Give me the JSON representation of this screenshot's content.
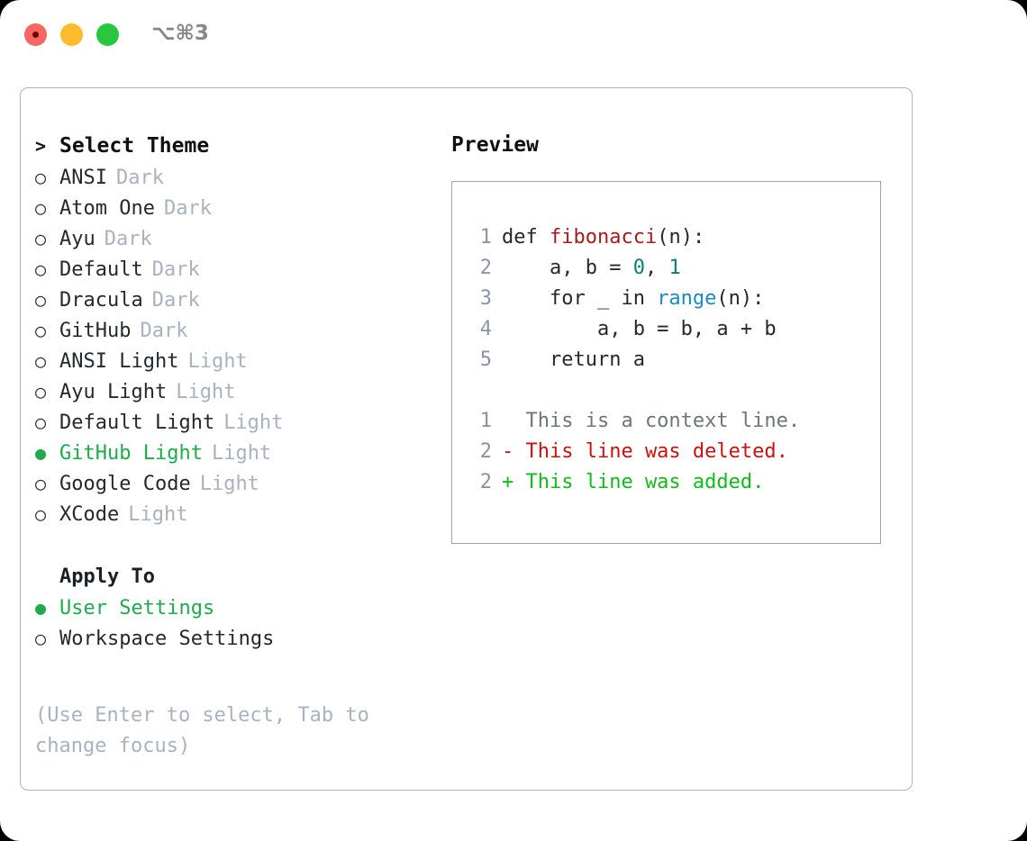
{
  "titlebar": {
    "shortcut": "⌥⌘3",
    "buttons": {
      "close": "close-button",
      "minimize": "minimize-button",
      "maximize": "maximize-button"
    }
  },
  "left_panel": {
    "header": {
      "marker": ">",
      "label": "Select Theme"
    },
    "marker_unselected": "○",
    "marker_selected": "●",
    "themes": [
      {
        "name": "ANSI",
        "kind": "Dark",
        "selected": false
      },
      {
        "name": "Atom One",
        "kind": "Dark",
        "selected": false
      },
      {
        "name": "Ayu",
        "kind": "Dark",
        "selected": false
      },
      {
        "name": "Default",
        "kind": "Dark",
        "selected": false
      },
      {
        "name": "Dracula",
        "kind": "Dark",
        "selected": false
      },
      {
        "name": "GitHub",
        "kind": "Dark",
        "selected": false
      },
      {
        "name": "ANSI Light",
        "kind": "Light",
        "selected": false
      },
      {
        "name": "Ayu Light",
        "kind": "Light",
        "selected": false
      },
      {
        "name": "Default Light",
        "kind": "Light",
        "selected": false
      },
      {
        "name": "GitHub Light",
        "kind": "Light",
        "selected": true
      },
      {
        "name": "Google Code",
        "kind": "Light",
        "selected": false
      },
      {
        "name": "XCode",
        "kind": "Light",
        "selected": false
      }
    ],
    "apply_to": {
      "title": "Apply To",
      "options": [
        {
          "label": "User Settings",
          "selected": true
        },
        {
          "label": "Workspace Settings",
          "selected": false
        }
      ]
    },
    "hint": "(Use Enter to select, Tab to change focus)"
  },
  "right_panel": {
    "title": "Preview",
    "code_lines": [
      {
        "num": "1",
        "tokens": [
          {
            "t": "def ",
            "c": "t-kw"
          },
          {
            "t": "fibonacci",
            "c": "t-fn"
          },
          {
            "t": "(n):",
            "c": "t-kw"
          }
        ]
      },
      {
        "num": "2",
        "tokens": [
          {
            "t": "    a, b = ",
            "c": "t-kw"
          },
          {
            "t": "0",
            "c": "t-num"
          },
          {
            "t": ", ",
            "c": "t-kw"
          },
          {
            "t": "1",
            "c": "t-num"
          }
        ]
      },
      {
        "num": "3",
        "tokens": [
          {
            "t": "    for _ in ",
            "c": "t-kw"
          },
          {
            "t": "range",
            "c": "t-bi"
          },
          {
            "t": "(n):",
            "c": "t-kw"
          }
        ]
      },
      {
        "num": "4",
        "tokens": [
          {
            "t": "        a, b = b, a + b",
            "c": "t-kw"
          }
        ]
      },
      {
        "num": "5",
        "tokens": [
          {
            "t": "    return a",
            "c": "t-kw"
          }
        ]
      }
    ],
    "diff_lines": [
      {
        "num": "1",
        "tokens": [
          {
            "t": "  This is a context line.",
            "c": "t-ctx"
          }
        ]
      },
      {
        "num": "2",
        "tokens": [
          {
            "t": "- This line was deleted.",
            "c": "t-del"
          }
        ]
      },
      {
        "num": "2",
        "tokens": [
          {
            "t": "+ This line was added.",
            "c": "t-add"
          }
        ]
      }
    ]
  },
  "colors": {
    "accent_green": "#1faa4b",
    "muted": "#a9b2c0",
    "border": "#aab4c4",
    "preview_border": "#9aa5b5",
    "diff_added": "#12bb1b",
    "diff_deleted": "#cc1111",
    "syntax_function": "#a61b1b",
    "syntax_number": "#0b7b7b",
    "syntax_builtin": "#1a8ac4",
    "line_number": "#8a94a6"
  }
}
